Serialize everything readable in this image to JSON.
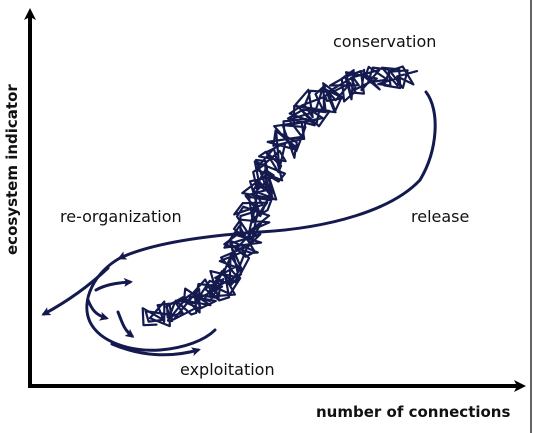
{
  "labels": {
    "conservation": "conservation",
    "release": "release",
    "reorganization": "re-organization",
    "exploitation": "exploitation"
  },
  "axes": {
    "x_label": "number of connections",
    "y_label": "ecosystem indicator"
  },
  "colors": {
    "loop": "#141a4e",
    "axis": "#000000",
    "text": "#111111"
  }
}
